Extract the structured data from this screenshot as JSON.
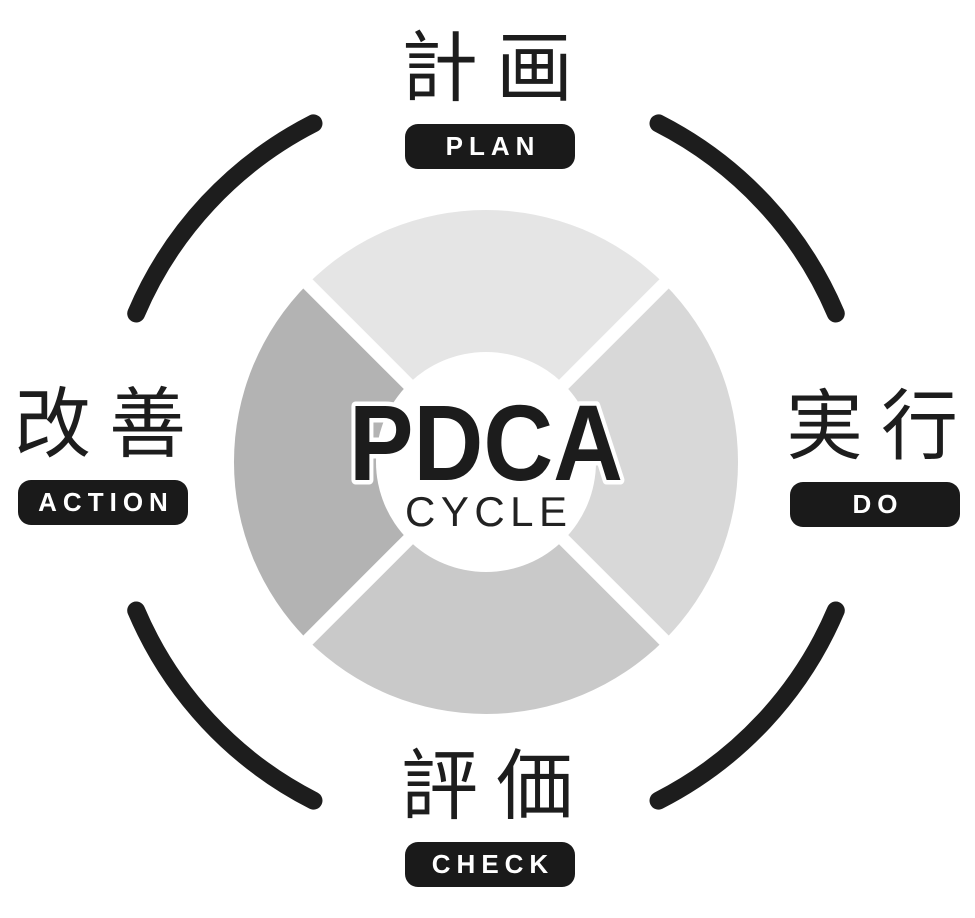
{
  "diagram": {
    "center_title": "PDCA",
    "center_subtitle": "CYCLE",
    "stages": [
      {
        "id": "plan",
        "kanji": "計画",
        "label": "PLAN",
        "position": "top",
        "segment_color": "#e5e5e5"
      },
      {
        "id": "do",
        "kanji": "実行",
        "label": "DO",
        "position": "right",
        "segment_color": "#d8d8d8"
      },
      {
        "id": "check",
        "kanji": "評価",
        "label": "CHECK",
        "position": "bottom",
        "segment_color": "#c9c9c9"
      },
      {
        "id": "action",
        "kanji": "改善",
        "label": "ACTION",
        "position": "left",
        "segment_color": "#b3b3b3"
      }
    ],
    "colors": {
      "background": "#ffffff",
      "badge_bg": "#1a1a1a",
      "badge_text": "#ffffff",
      "kanji_text": "#1d1d1d",
      "center_bg": "#ffffff",
      "arc": "#1d1d1d",
      "title_text": "#1c1c1c"
    }
  }
}
